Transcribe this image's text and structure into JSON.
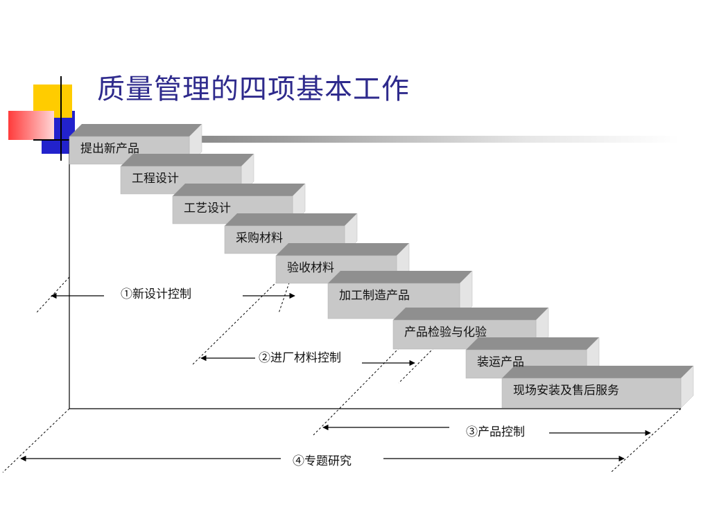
{
  "title": "质量管理的四项基本工作",
  "steps": [
    "提出新产品",
    "工程设计",
    "工艺设计",
    "采购材料",
    "验收材料",
    "加工制造产品",
    "产品检验与化验",
    "装运产品",
    "现场安装及售后服务"
  ],
  "phases": [
    "①新设计控制",
    "②进厂材料控制",
    "③产品控制",
    "④专题研究"
  ],
  "colors": {
    "title": "#2e2a8c",
    "step_front": "#c8c8c8",
    "step_top": "#8f8f8f",
    "step_side": "#e4e4e4",
    "logo_yellow": "#ffcc00",
    "logo_red": "#ff3333",
    "logo_blue": "#2222cc"
  }
}
